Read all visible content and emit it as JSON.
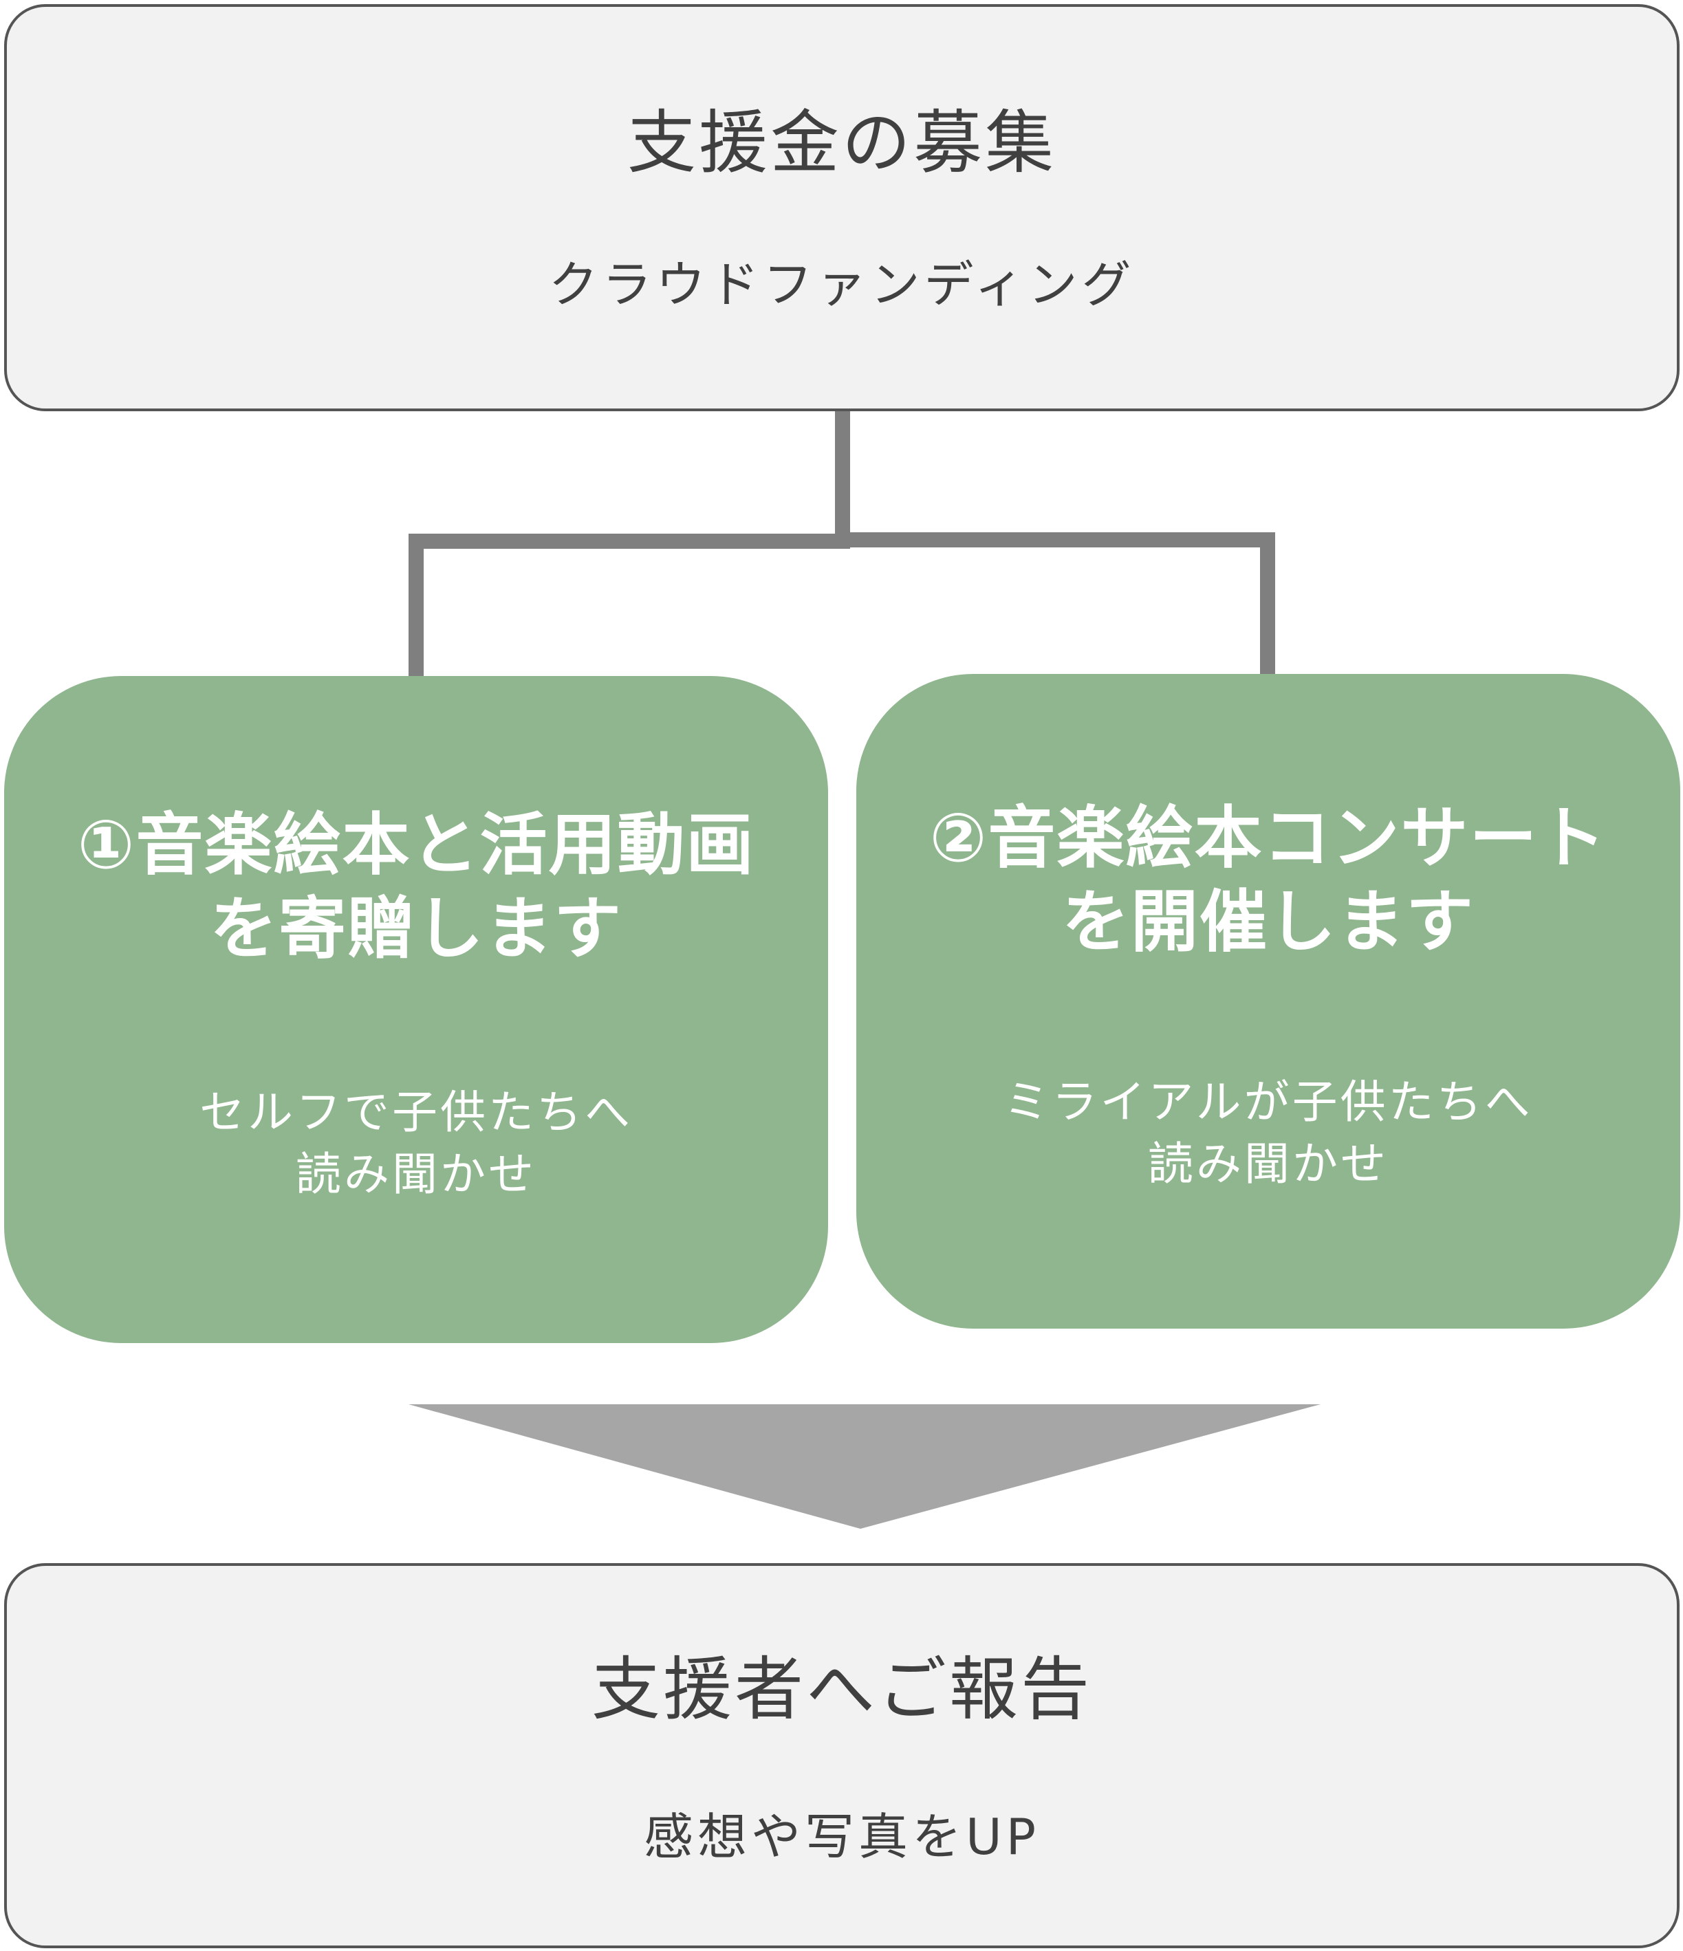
{
  "top": {
    "title": "支援金の募集",
    "subtitle": "クラウドファンディング"
  },
  "left": {
    "title_line1": "①音楽絵本と活用動画",
    "title_line2": "を寄贈します",
    "sub_line1": "セルフで子供たちへ",
    "sub_line2": "読み聞かせ"
  },
  "right": {
    "title_line1": "②音楽絵本コンサート",
    "title_line2": "を開催します",
    "sub_line1": "ミライアルが子供たちへ",
    "sub_line2": "読み聞かせ"
  },
  "bottom": {
    "title": "支援者へご報告",
    "subtitle": "感想や写真をUP"
  },
  "colors": {
    "gray_box_fill": "#f2f2f2",
    "green_box_fill": "#8fb68e",
    "connector": "#7f7f7f",
    "arrow": "#a6a6a6"
  }
}
